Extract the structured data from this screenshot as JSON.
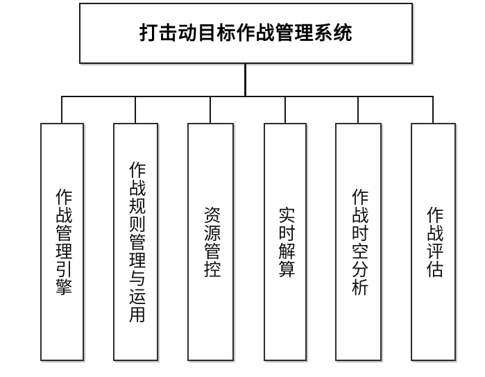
{
  "diagram": {
    "title": "打击动目标作战管理系统",
    "root": {
      "label": "打击动目标作战管理系统"
    },
    "children": [
      {
        "label": "作战管理引擎"
      },
      {
        "label": "作战规则管理与运用"
      },
      {
        "label": "资源管控"
      },
      {
        "label": "实时解算"
      },
      {
        "label": "作战时空分析"
      },
      {
        "label": "作战评估"
      }
    ],
    "colors": {
      "background": "#ffffff",
      "box_fill": "#ffffff",
      "box_border": "#222222",
      "connector_line": "#161616",
      "text": "#000000"
    }
  }
}
